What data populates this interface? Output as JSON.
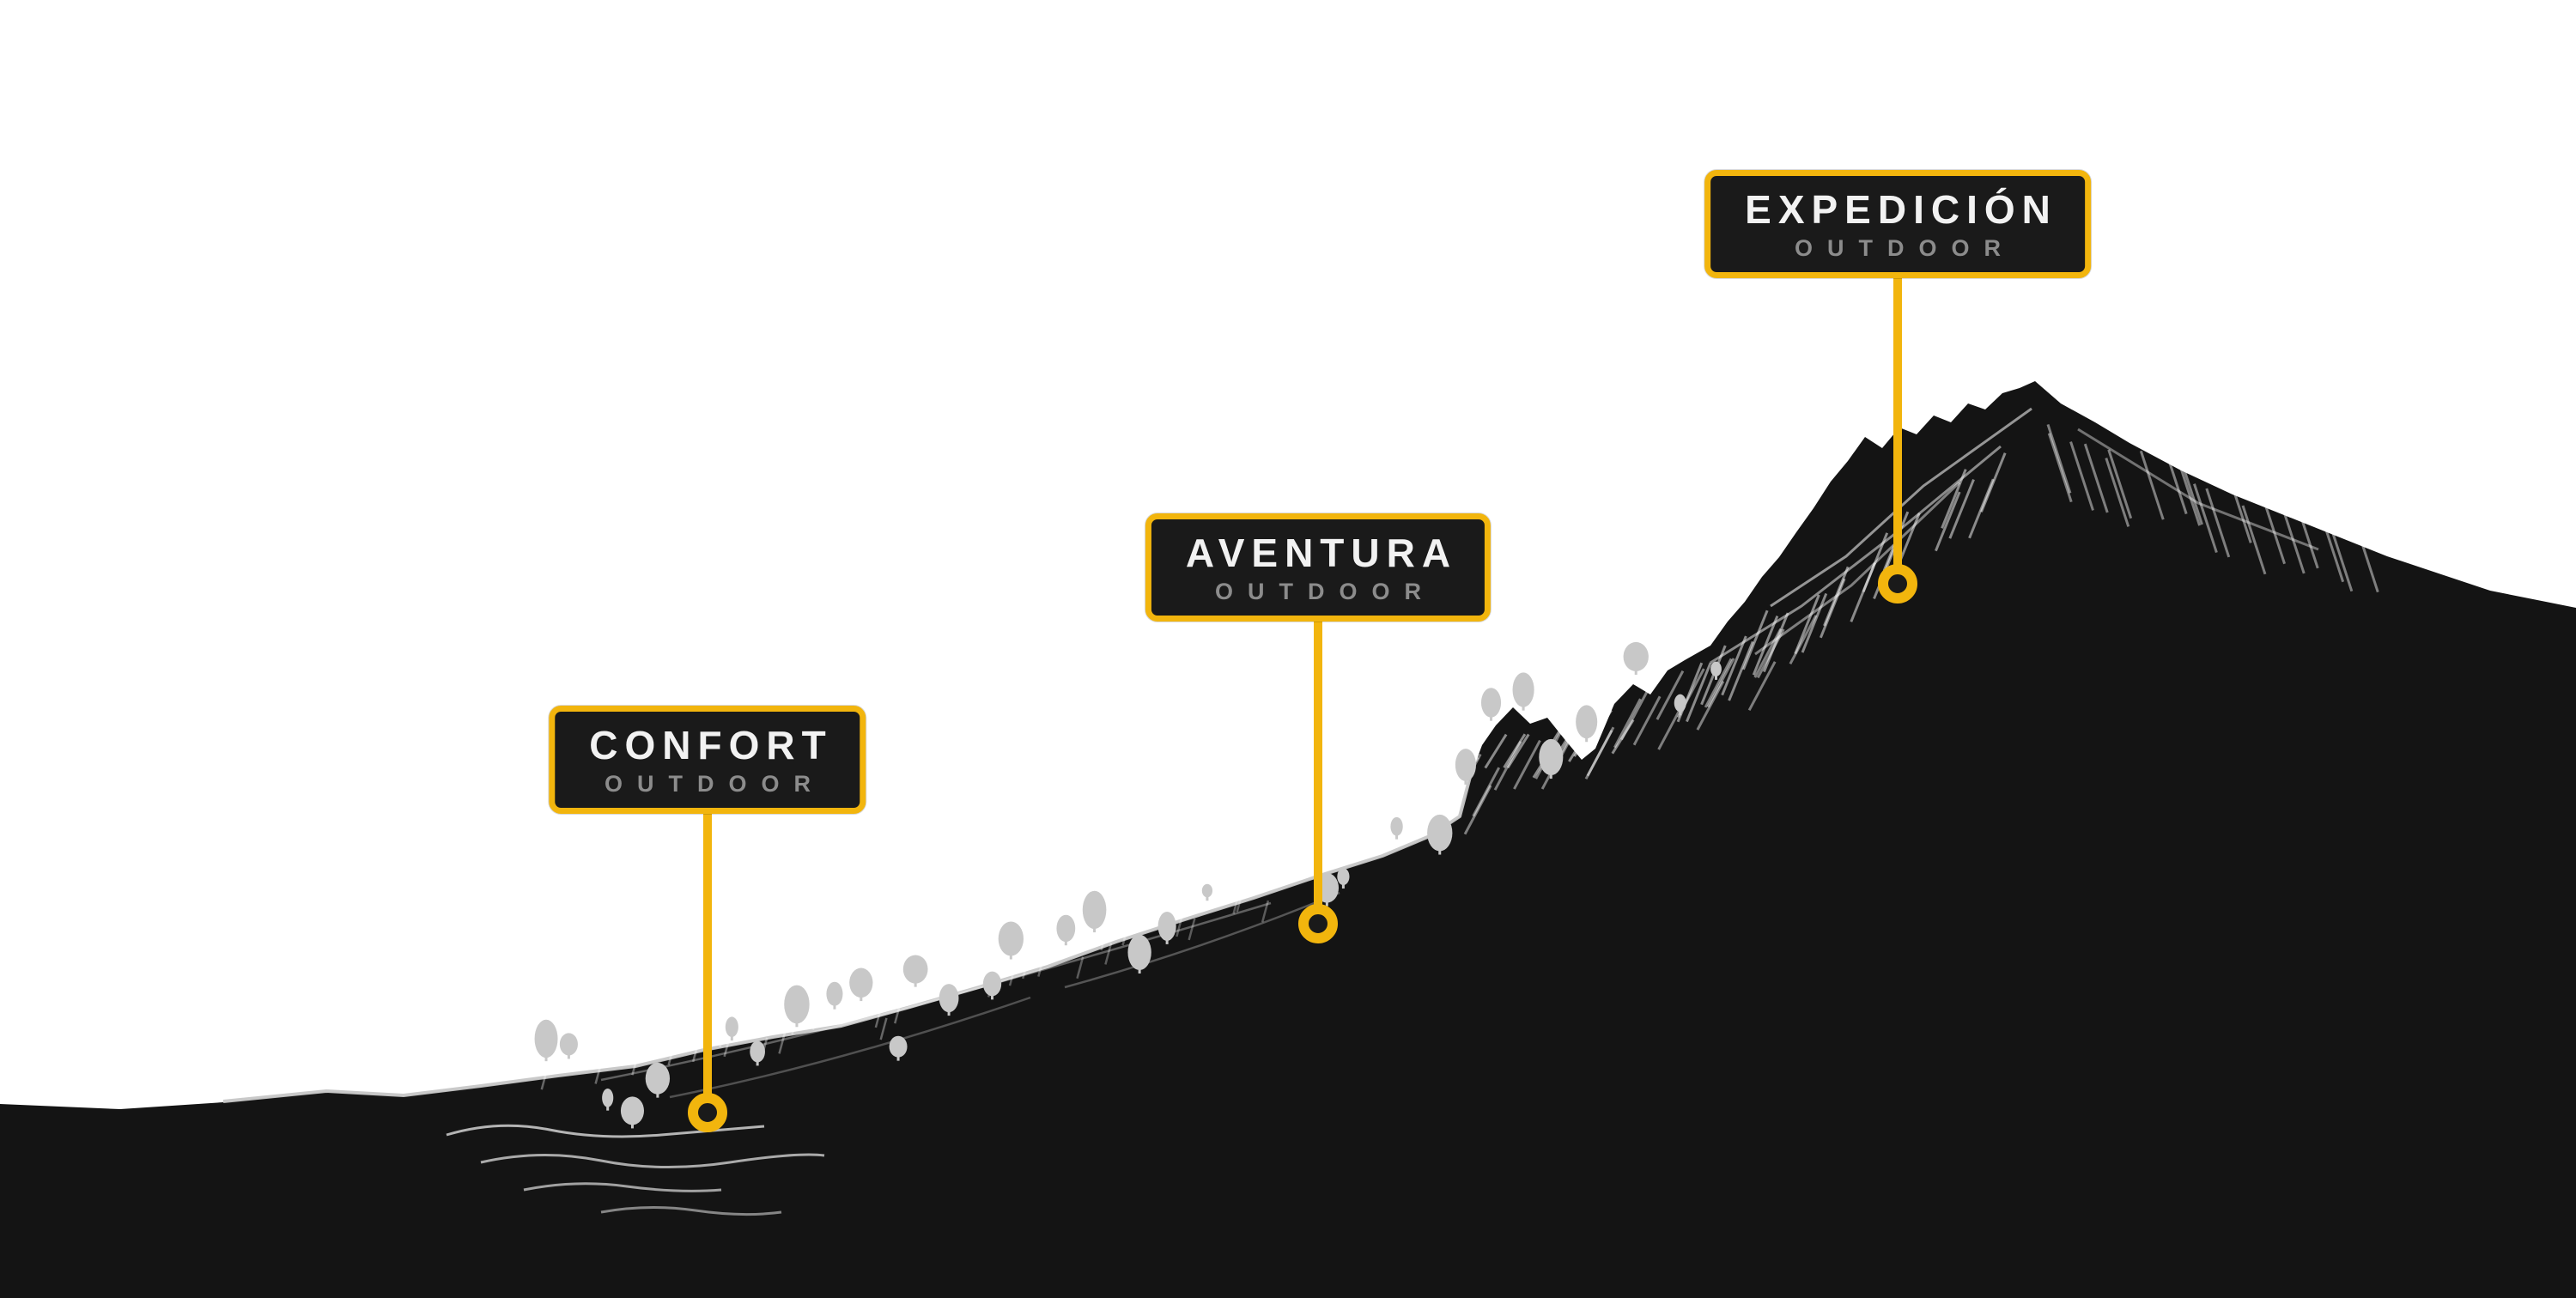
{
  "diagram": {
    "type": "mountain-tier-infographic",
    "tiers": [
      {
        "id": "confort",
        "title": "CONFORT",
        "subtitle": "OUTDOOR"
      },
      {
        "id": "aventura",
        "title": "AVENTURA",
        "subtitle": "OUTDOOR"
      },
      {
        "id": "expedicion",
        "title": "EXPEDICIÓN",
        "subtitle": "OUTDOOR"
      }
    ],
    "colors": {
      "accent": "#F2B50D",
      "label_background": "#1A1A1A",
      "title_text": "#F2F2F2",
      "subtitle_text": "#8C8C8C",
      "mountain": "#141414",
      "background": "#FFFFFF",
      "trees": "#C8C8C8"
    }
  }
}
